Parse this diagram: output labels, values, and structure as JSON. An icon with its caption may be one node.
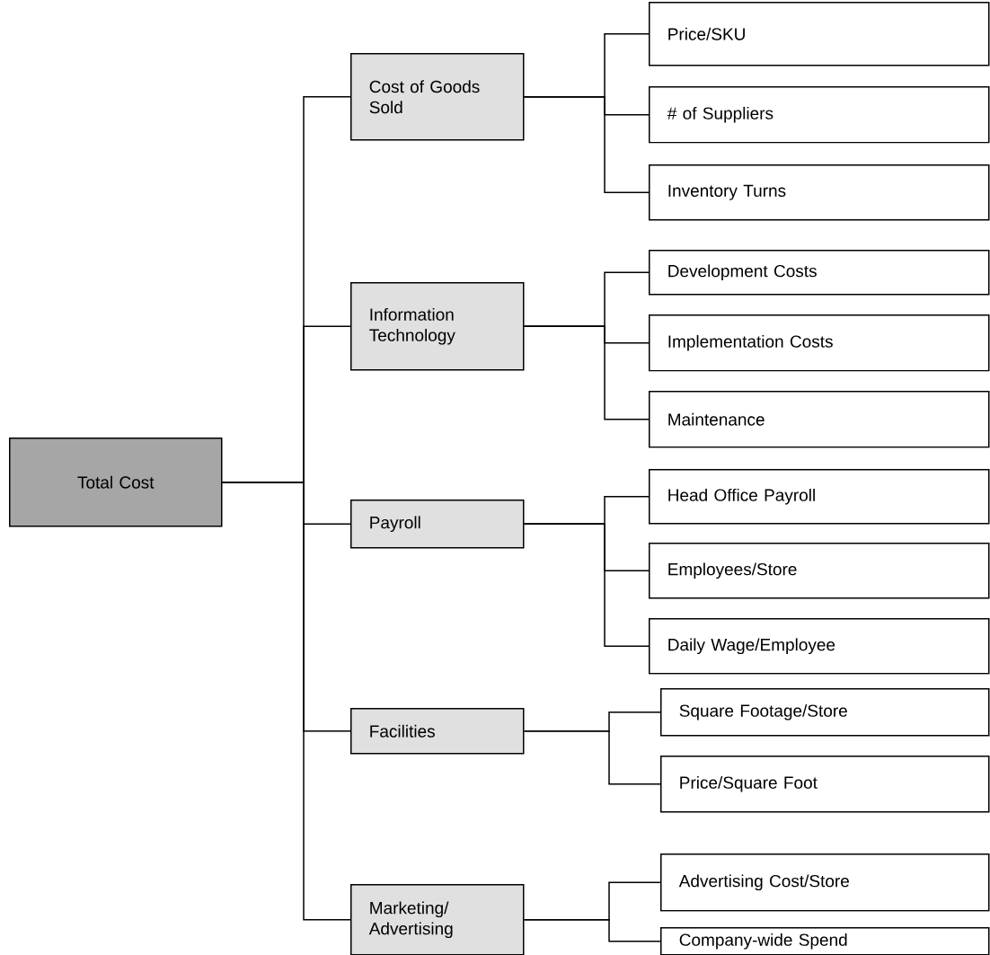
{
  "diagram": {
    "nodes": [
      {
        "text": [
          "Total Cost"
        ]
      },
      {
        "text": [
          "Cost of Goods Sold"
        ]
      },
      {
        "text": [
          "Information Technology"
        ]
      },
      {
        "text": [
          "Payroll"
        ]
      },
      {
        "text": [
          "Facilities"
        ]
      },
      {
        "text": [
          "Marketing/ Advertising"
        ]
      },
      {
        "text": [
          "Price/SKU"
        ]
      },
      {
        "text": [
          "# of Suppliers"
        ]
      },
      {
        "text": [
          "Inventory Turns"
        ]
      },
      {
        "text": [
          "Development Costs"
        ]
      },
      {
        "text": [
          "Implementation Costs"
        ]
      },
      {
        "text": [
          "Maintenance"
        ]
      },
      {
        "text": [
          "Head Office Payroll"
        ]
      },
      {
        "text": [
          "Employees/Store"
        ]
      },
      {
        "text": [
          "Daily Wage/Employee"
        ]
      },
      {
        "text": [
          "Square Footage/Store"
        ]
      },
      {
        "text": [
          "Price/Square Foot"
        ]
      },
      {
        "text": [
          "Advertising Cost/Store"
        ]
      },
      {
        "text": [
          "Company-wide Spend"
        ]
      }
    ],
    "edges": [
      {
        "from": 0,
        "to": 1,
        "arrow": "none"
      },
      {
        "from": 0,
        "to": 2,
        "arrow": "none"
      },
      {
        "from": 0,
        "to": 3,
        "arrow": "none"
      },
      {
        "from": 0,
        "to": 4,
        "arrow": "none"
      },
      {
        "from": 0,
        "to": 5,
        "arrow": "none"
      },
      {
        "from": 1,
        "to": 6,
        "arrow": "none"
      },
      {
        "from": 1,
        "to": 7,
        "arrow": "none"
      },
      {
        "from": 1,
        "to": 8,
        "arrow": "none"
      },
      {
        "from": 2,
        "to": 9,
        "arrow": "none"
      },
      {
        "from": 2,
        "to": 10,
        "arrow": "none"
      },
      {
        "from": 2,
        "to": 11,
        "arrow": "none"
      },
      {
        "from": 3,
        "to": 12,
        "arrow": "none"
      },
      {
        "from": 3,
        "to": 13,
        "arrow": "none"
      },
      {
        "from": 3,
        "to": 14,
        "arrow": "none"
      },
      {
        "from": 4,
        "to": 15,
        "arrow": "none"
      },
      {
        "from": 4,
        "to": 16,
        "arrow": "none"
      },
      {
        "from": 5,
        "to": 17,
        "arrow": "none"
      },
      {
        "from": 5,
        "to": 18,
        "arrow": "none"
      }
    ]
  }
}
